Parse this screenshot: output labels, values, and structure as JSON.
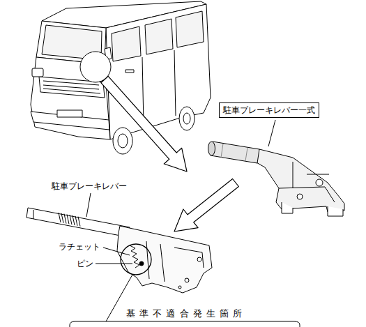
{
  "diagram": {
    "nodes": [
      {
        "text": [
          "駐車ブレーキレバー一式"
        ]
      }
    ],
    "labels": [
      "駐車ブレーキレバー",
      "ラチェット",
      "ピン",
      "基 準 不 適 合 発 生 箇 所"
    ]
  }
}
